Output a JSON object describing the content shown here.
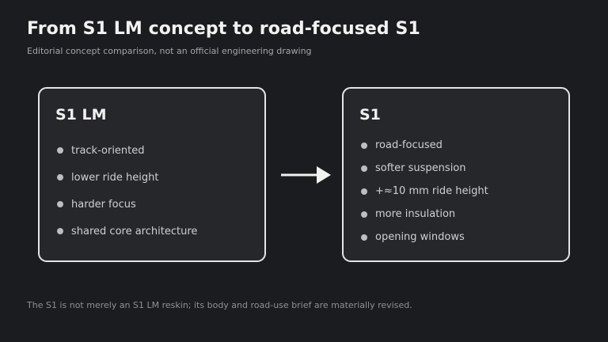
{
  "header": {
    "title": "From S1 LM concept to road-focused S1",
    "subtitle": "Editorial concept comparison, not an official engineering drawing"
  },
  "left_card": {
    "title": "S1 LM",
    "items": [
      "track-oriented",
      "lower ride height",
      "harder focus",
      "shared core architecture"
    ]
  },
  "right_card": {
    "title": "S1",
    "items": [
      "road-focused",
      "softer suspension",
      "+≈10 mm ride height",
      "more insulation",
      "opening windows"
    ]
  },
  "footer": {
    "note": "The S1 is not merely an S1 LM reskin; its body and road-use brief are materially revised."
  },
  "icons": {
    "connector": "arrow-right-icon",
    "bullet": "bullet-dot-icon"
  },
  "colors": {
    "background": "#1b1c1f",
    "card_fill": "#26272b",
    "card_border": "#e4e4e6",
    "arrow": "#f2f2f2"
  }
}
